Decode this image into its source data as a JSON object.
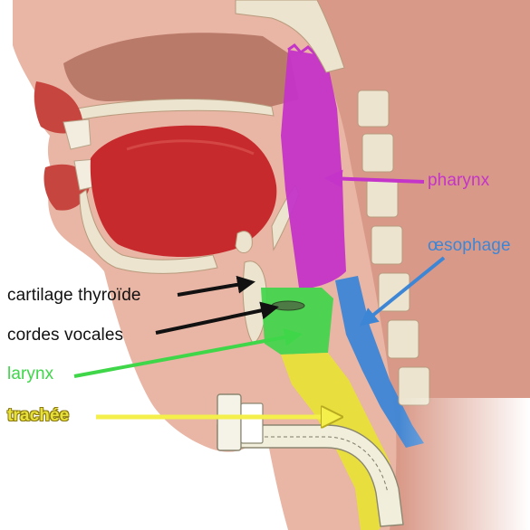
{
  "labels": {
    "pharynx": "pharynx",
    "oesophage": "œsophage",
    "cartilage": "cartilage thyroïde",
    "cordes": "cordes vocales",
    "larynx": "larynx",
    "trachee": "trachée"
  },
  "colors": {
    "pharynx": "#c434c8",
    "oesophage": "#3d86d6",
    "larynx": "#3fd64a",
    "trachee": "#e8e13a",
    "text_dark": "#111111",
    "skin": "#e9b5a4",
    "muscle": "#c7453f",
    "bone": "#ece4cf",
    "tongue": "#c62a2c"
  }
}
